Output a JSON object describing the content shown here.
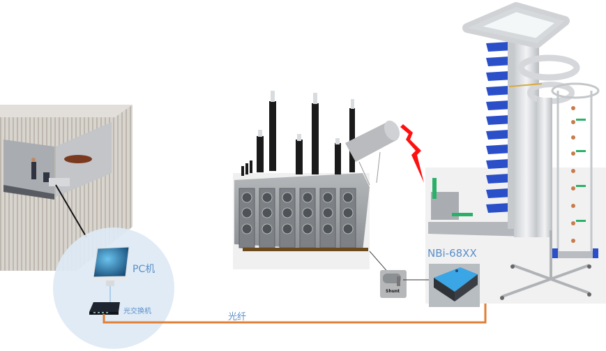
{
  "labels": {
    "pc": "PC机",
    "optical_switch": "光交换机",
    "fiber": "光纤",
    "device": "NBi-68XX",
    "shunt": "Shunt"
  },
  "colors": {
    "fiber": "#e07f37",
    "label_blue": "#5b8fc7",
    "circle_fill": "#dde9f5",
    "device_blue": "#3aa6e6",
    "generator_blue": "#2a4fc9",
    "lightning_red": "#ff1010"
  }
}
